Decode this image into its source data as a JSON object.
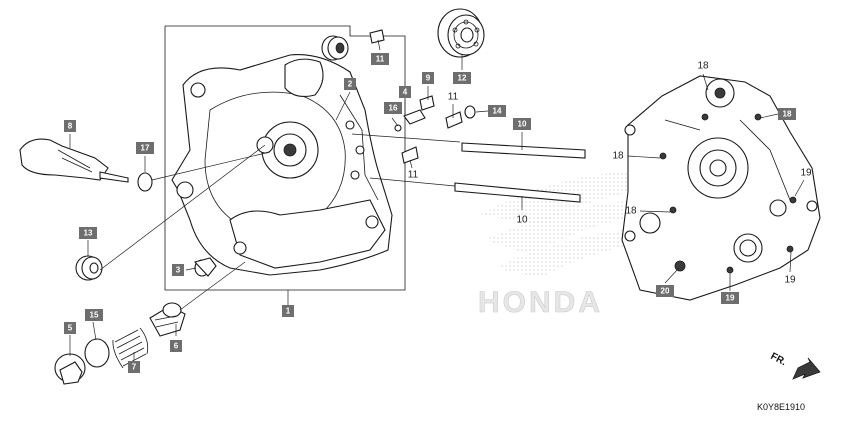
{
  "diagram_code": "K0Y8E1910",
  "direction_label": "FR.",
  "brand_watermark": "HONDA",
  "callouts": [
    {
      "label": "1",
      "style": "box"
    },
    {
      "label": "2",
      "style": "box"
    },
    {
      "label": "3",
      "style": "box"
    },
    {
      "label": "4",
      "style": "box"
    },
    {
      "label": "5",
      "style": "box"
    },
    {
      "label": "6",
      "style": "box"
    },
    {
      "label": "7",
      "style": "box"
    },
    {
      "label": "8",
      "style": "box"
    },
    {
      "label": "9",
      "style": "box"
    },
    {
      "label": "10",
      "style": "box"
    },
    {
      "label": "10",
      "style": "plain"
    },
    {
      "label": "11",
      "style": "box"
    },
    {
      "label": "11",
      "style": "plain"
    },
    {
      "label": "11",
      "style": "plain"
    },
    {
      "label": "12",
      "style": "box"
    },
    {
      "label": "13",
      "style": "box"
    },
    {
      "label": "14",
      "style": "box"
    },
    {
      "label": "15",
      "style": "box"
    },
    {
      "label": "16",
      "style": "box"
    },
    {
      "label": "17",
      "style": "box"
    },
    {
      "label": "18",
      "style": "plain"
    },
    {
      "label": "18",
      "style": "box"
    },
    {
      "label": "18",
      "style": "plain"
    },
    {
      "label": "18",
      "style": "plain"
    },
    {
      "label": "19",
      "style": "plain"
    },
    {
      "label": "19",
      "style": "plain"
    },
    {
      "label": "19",
      "style": "box"
    },
    {
      "label": "20",
      "style": "box"
    }
  ]
}
